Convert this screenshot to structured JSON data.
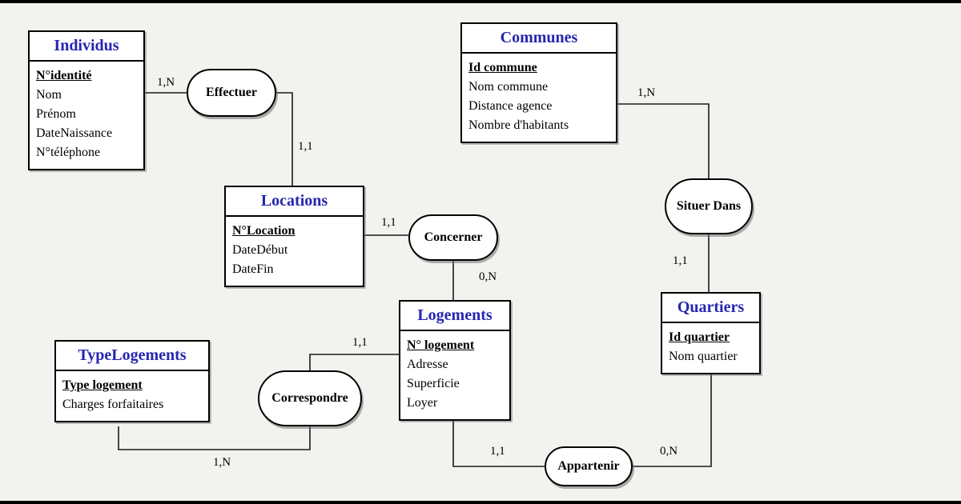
{
  "diagram": {
    "title": "Merise entity-relationship diagram (rental agency)",
    "entities": [
      {
        "title": "Individus",
        "attributes": [
          "N°identité",
          "Nom",
          "Prénom",
          "DateNaissance",
          "N°téléphone"
        ]
      },
      {
        "title": "Communes",
        "attributes": [
          "Id commune",
          "Nom commune",
          "Distance agence",
          "Nombre d'habitants"
        ]
      },
      {
        "title": "Locations",
        "attributes": [
          "N°Location",
          "DateDébut",
          "DateFin"
        ]
      },
      {
        "title": "Logements",
        "attributes": [
          "N° logement",
          "Adresse",
          "Superficie",
          "Loyer"
        ]
      },
      {
        "title": "TypeLogements",
        "attributes": [
          "Type logement",
          "Charges forfaitaires"
        ]
      },
      {
        "title": "Quartiers",
        "attributes": [
          "Id quartier",
          "Nom quartier"
        ]
      }
    ],
    "relations": [
      "Effectuer",
      "Concerner",
      "Situer Dans",
      "Correspondre",
      "Appartenir"
    ],
    "cardinalities": [
      "1,N",
      "1,1",
      "1,1",
      "0,N",
      "1,N",
      "1,1",
      "1,1",
      "1,N",
      "1,1",
      "0,N"
    ],
    "colors": {
      "entity_title": "#2626b0",
      "border": "#000000",
      "background": "#f2f2ef"
    }
  }
}
